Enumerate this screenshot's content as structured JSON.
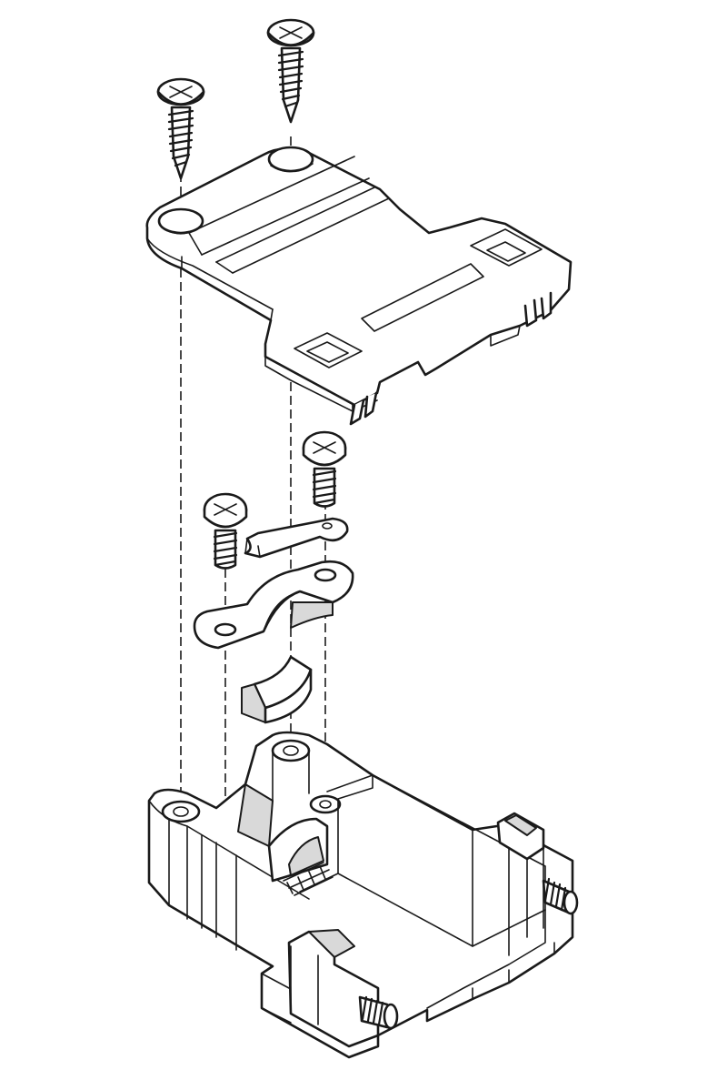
{
  "diagram": {
    "colors": {
      "stroke": "#1a1a1a",
      "fill": "#ffffff",
      "shade": "#d9d9d9",
      "dark_shade": "#bdbdbd"
    },
    "parts": [
      "wood-screw-left-icon",
      "wood-screw-right-icon",
      "top-cover",
      "machine-screw-right-icon",
      "machine-screw-left-icon",
      "strain-relief-clip",
      "cable-clamp-saddle",
      "cable-clamp-insert",
      "base-housing",
      "thumbscrew-right-icon",
      "thumbscrew-front-icon"
    ]
  }
}
